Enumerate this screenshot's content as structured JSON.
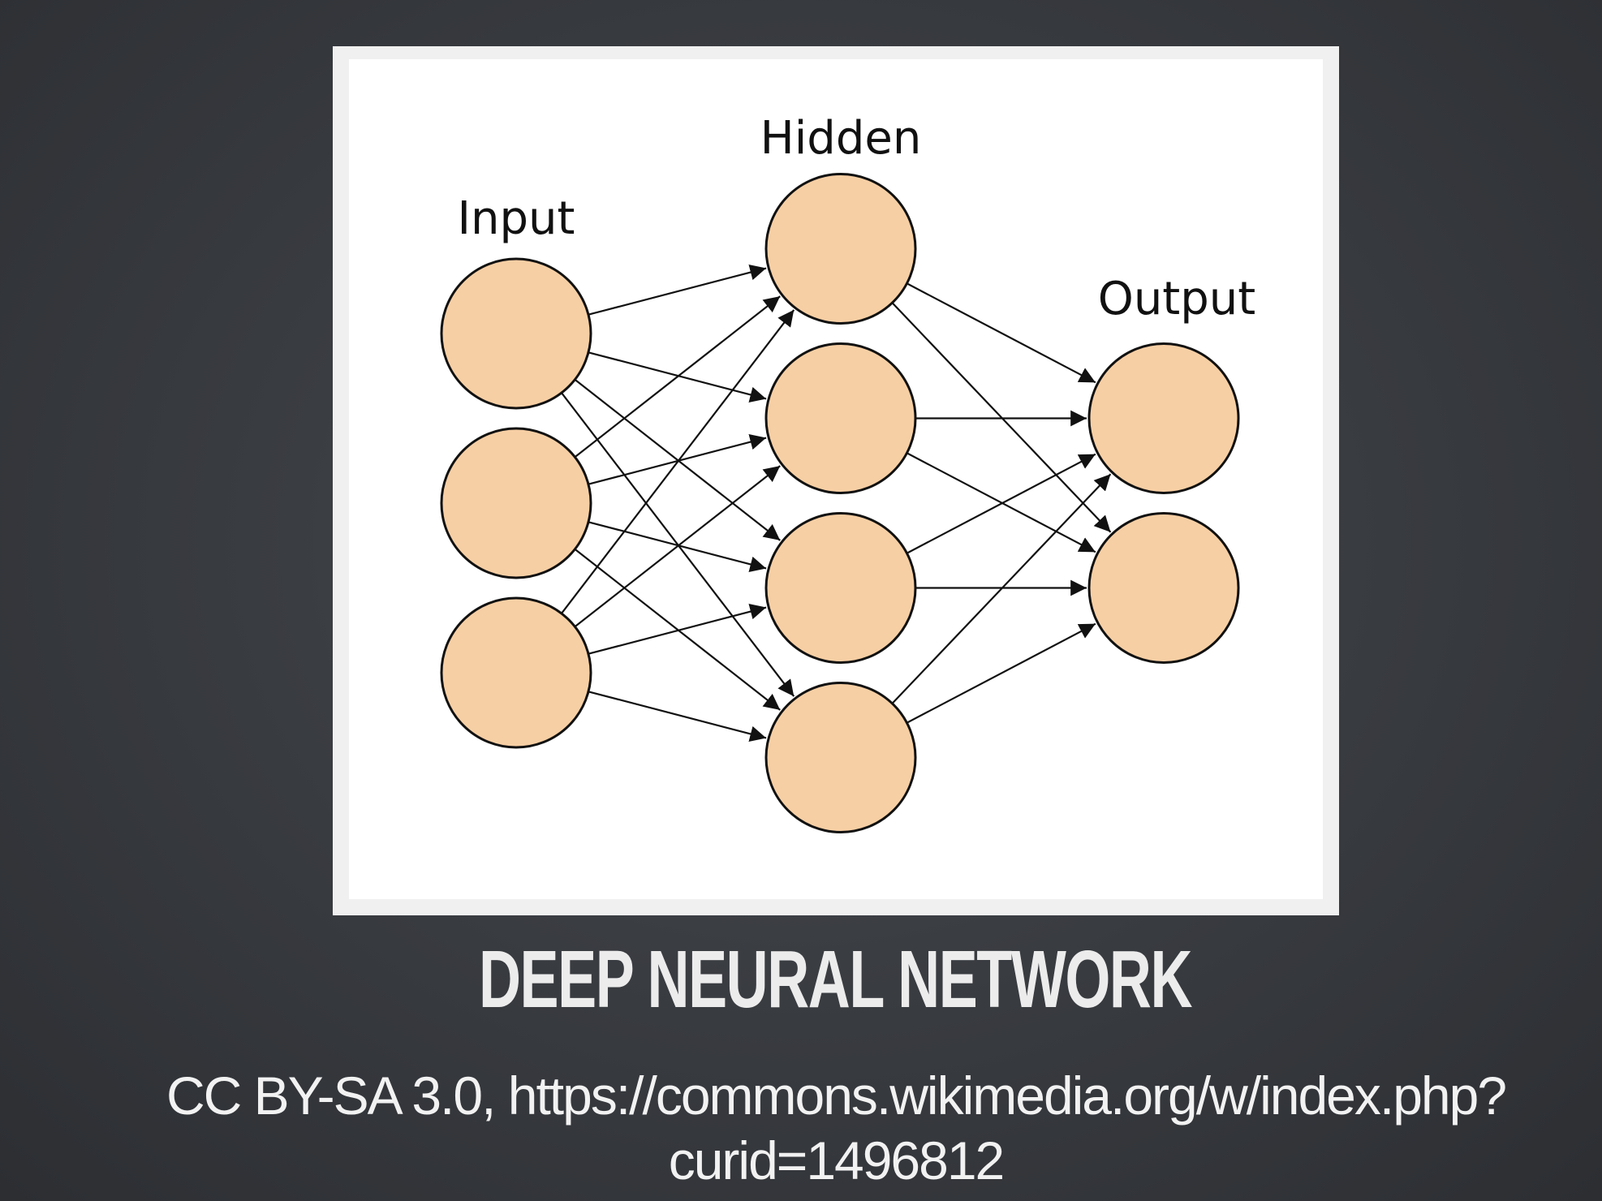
{
  "diagram": {
    "layers": [
      {
        "label": "Input",
        "count": 3
      },
      {
        "label": "Hidden",
        "count": 4
      },
      {
        "label": "Output",
        "count": 2
      }
    ],
    "colors": {
      "neuron_fill": "#f7cfa4",
      "stroke": "#111111",
      "frame": "#f0f0f0",
      "background": "#3a3d42"
    }
  },
  "slide": {
    "title": "DEEP NEURAL NETWORK",
    "credit": "CC BY-SA 3.0, https://commons.wikimedia.org/w/index.php?curid=1496812"
  }
}
